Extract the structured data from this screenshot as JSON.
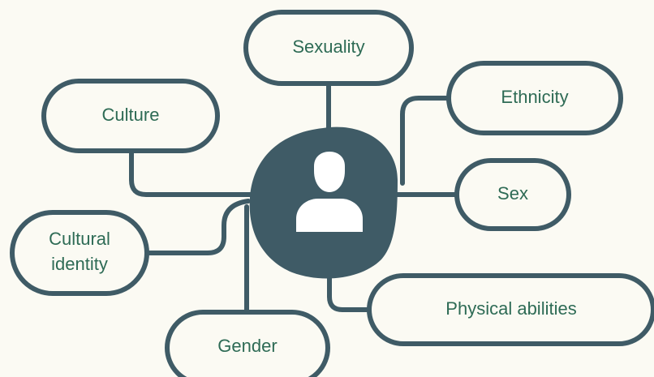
{
  "center": {
    "icon": "person-icon"
  },
  "nodes": {
    "sexuality": "Sexuality",
    "ethnicity": "Ethnicity",
    "culture": "Culture",
    "sex": "Sex",
    "cultural_identity_line1": "Cultural",
    "cultural_identity_line2": "identity",
    "physical_abilities": "Physical abilities",
    "gender": "Gender"
  },
  "colors": {
    "background": "#fbfaf3",
    "stroke": "#3f5b66",
    "blob": "#3f5b66",
    "text": "#2e6b55",
    "icon": "#ffffff"
  }
}
